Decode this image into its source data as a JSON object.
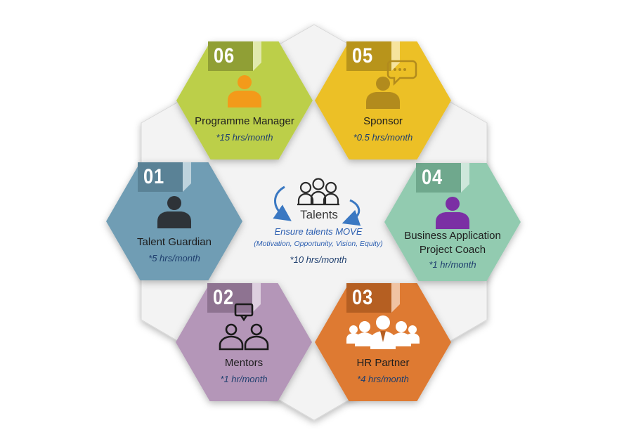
{
  "center": {
    "title": "Talents",
    "subtitle": "Ensure talents MOVE",
    "detail": "(Motivation, Opportunity, Vision, Equity)",
    "hours": "*10 hrs/month",
    "icon": "group-icon"
  },
  "roles": [
    {
      "num": "01",
      "title": "Talent Guardian",
      "hours": "*5 hrs/month",
      "color": "#6f9db4",
      "tab": "#5a8296",
      "icon": "person-icon",
      "icon_color": "#2e3338"
    },
    {
      "num": "02",
      "title": "Mentors",
      "hours": "*1 hr/month",
      "color": "#b496b8",
      "tab": "#8e7391",
      "icon": "mentoring-icon",
      "icon_color": "#1a1a1a"
    },
    {
      "num": "03",
      "title": "HR Partner",
      "hours": "*4 hrs/month",
      "color": "#de7a33",
      "tab": "#b55f22",
      "icon": "team-icon",
      "icon_color": "#ffffff"
    },
    {
      "num": "04",
      "title_lines": [
        "Business Application",
        "Project Coach"
      ],
      "hours": "*1 hr/month",
      "color": "#92cbb0",
      "tab": "#6fa88d",
      "icon": "person-icon",
      "icon_color": "#7b2fa4"
    },
    {
      "num": "05",
      "title": "Sponsor",
      "hours": "*0.5 hrs/month",
      "color": "#ecc027",
      "tab": "#b8941b",
      "icon": "speaking-person-icon",
      "icon_color": "#b28b1d"
    },
    {
      "num": "06",
      "title": "Programme Manager",
      "hours": "*15 hrs/month",
      "color": "#bccf49",
      "tab": "#909f35",
      "icon": "person-icon",
      "icon_color": "#f39a1a"
    }
  ]
}
